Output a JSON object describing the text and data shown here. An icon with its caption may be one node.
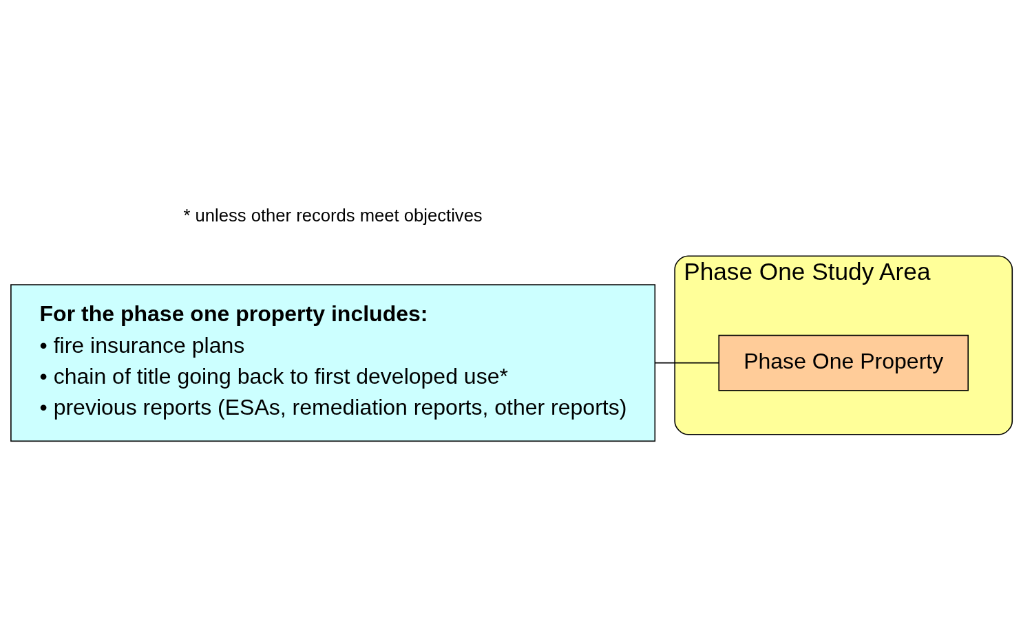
{
  "diagram": {
    "nodes": [
      {
        "text": [
          "Phase One Study Area"
        ]
      },
      {
        "text": [
          "Phase One Property"
        ],
        "in": 0
      },
      {
        "text": [
          "For the phase one property includes:",
          "• fire insurance plans",
          "• chain of title going back to first developed use*",
          "• previous reports (ESAs, remediation reports, other reports)"
        ]
      }
    ],
    "edges": [
      {
        "from": 2,
        "to": 1,
        "arrow": "none"
      }
    ],
    "labels": [
      "* unless other records meet objectives"
    ]
  }
}
